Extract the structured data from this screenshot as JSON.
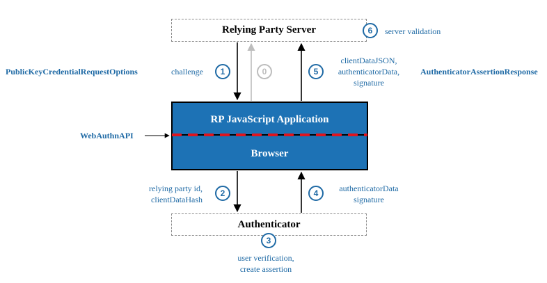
{
  "boxes": {
    "server": "Relying Party Server",
    "app_top": "RP JavaScript Application",
    "app_bottom": "Browser",
    "authenticator": "Authenticator"
  },
  "side_labels": {
    "request_options": "PublicKeyCredentialRequestOptions",
    "assertion_response": "AuthenticatorAssertionResponse",
    "webauthn_api": "WebAuthnAPI"
  },
  "steps": [
    {
      "number": "0",
      "text": []
    },
    {
      "number": "1",
      "text": [
        "challenge"
      ]
    },
    {
      "number": "2",
      "text": [
        "relying party id,",
        "clientDataHash"
      ]
    },
    {
      "number": "3",
      "text": [
        "user verification,",
        "create assertion"
      ]
    },
    {
      "number": "4",
      "text": [
        "authenticatorData",
        "signature"
      ]
    },
    {
      "number": "5",
      "text": [
        "clientDataJSON,",
        "authenticatorData,",
        "signature"
      ]
    },
    {
      "number": "6",
      "text": [
        "server validation"
      ]
    }
  ],
  "colors": {
    "accent": "#1f6aa5",
    "app_fill": "#1d72b5",
    "divider_dash": "#e0141e",
    "inactive": "#bdbdbd"
  }
}
